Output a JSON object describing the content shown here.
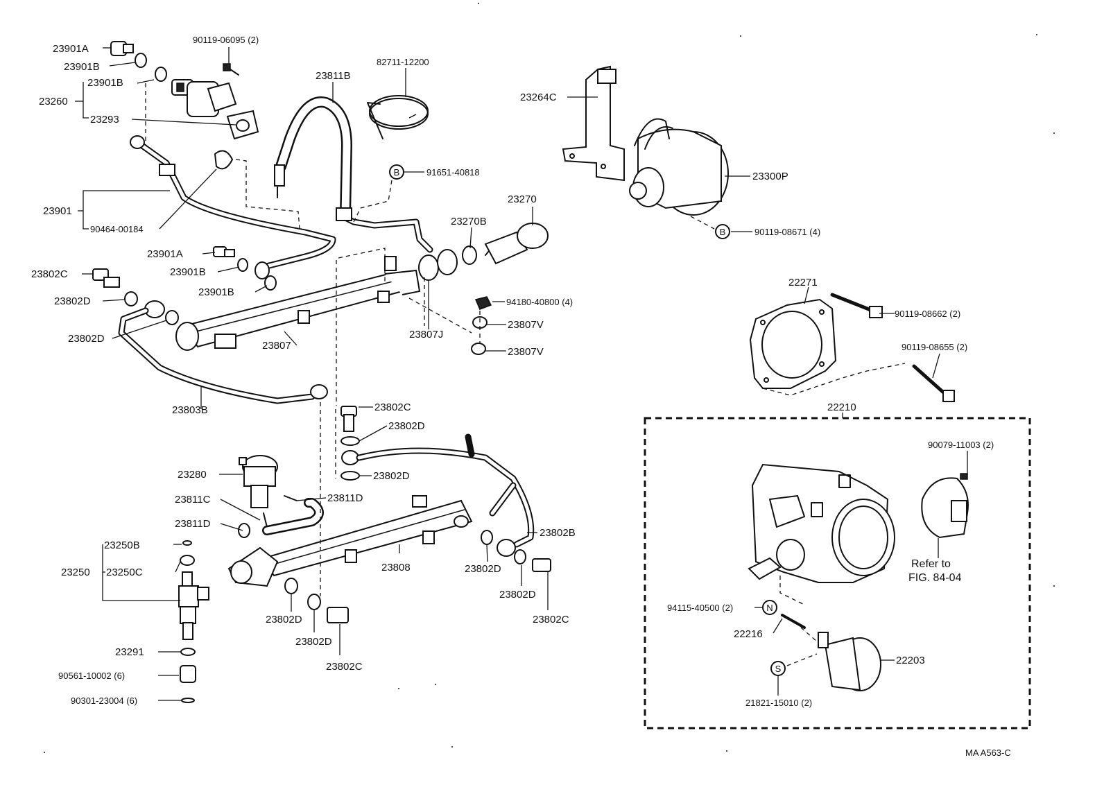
{
  "parts": {
    "p23901A_top": "23901A",
    "p23901B_top": "23901B",
    "p23901B_mid": "23901B",
    "p23260": "23260",
    "p23293": "23293",
    "p90119_06095": "90119-06095 (2)",
    "p82711_12200": "82711-12200",
    "p23811B": "23811B",
    "p91651_40818": "91651-40818",
    "p23901": "23901",
    "p90464_00184": "90464-00184",
    "p23901A_low": "23901A",
    "p23901B_low1": "23901B",
    "p23901B_low2": "23901B",
    "p23802C_top": "23802C",
    "p23802D_a": "23802D",
    "p23802D_b": "23802D",
    "p23807": "23807",
    "p23803B": "23803B",
    "p23270": "23270",
    "p23270B": "23270B",
    "p94180_40800": "94180-40800 (4)",
    "p23807V_a": "23807V",
    "p23807V_b": "23807V",
    "p23807J": "23807J",
    "p23264C": "23264C",
    "p23300P": "23300P",
    "p90119_08671": "90119-08671 (4)",
    "p22271": "22271",
    "p90119_08662": "90119-08662 (2)",
    "p90119_08655": "90119-08655 (2)",
    "p22210": "22210",
    "p90079_11003": "90079-11003 (2)",
    "refer_line1": "Refer to",
    "refer_line2": "FIG. 84-04",
    "p94115_40500": "94115-40500 (2)",
    "p22216": "22216",
    "p22203": "22203",
    "p21821_15010": "21821-15010 (2)",
    "p23802C_mid": "23802C",
    "p23802D_mid1": "23802D",
    "p23802D_mid2": "23802D",
    "p23280": "23280",
    "p23811C": "23811C",
    "p23811D_a": "23811D",
    "p23811D_b": "23811D",
    "p23250B": "23250B",
    "p23250": "23250",
    "p23250C": "23250C",
    "p23291": "23291",
    "p90561_10002": "90561-10002 (6)",
    "p90301_23004": "90301-23004 (6)",
    "p23808": "23808",
    "p23802B": "23802B",
    "p23802D_r1": "23802D",
    "p23802D_r2": "23802D",
    "p23802C_r": "23802C",
    "p23802D_bl1": "23802D",
    "p23802D_bl2": "23802D",
    "p23802C_bl": "23802C"
  },
  "markers": {
    "B": "B",
    "N": "N",
    "S": "S"
  },
  "figure_code": "MA A563-C"
}
